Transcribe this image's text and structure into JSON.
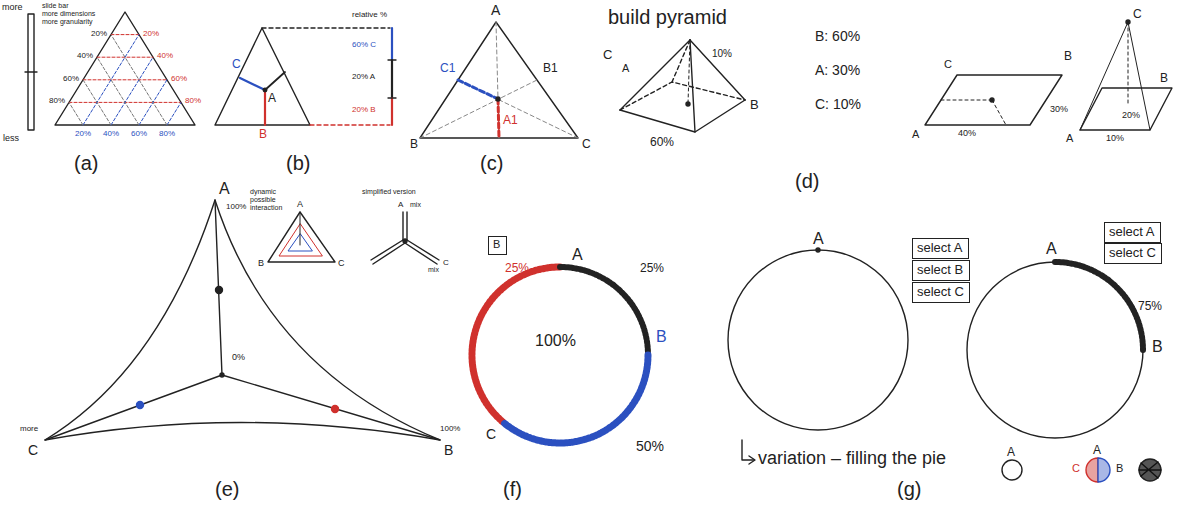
{
  "diagram": {
    "nodes": [
      {
        "text": [
          "B"
        ]
      },
      {
        "text": [
          "select A"
        ]
      },
      {
        "text": [
          "select B"
        ]
      },
      {
        "text": [
          "select C"
        ]
      },
      {
        "text": [
          "select A"
        ]
      },
      {
        "text": [
          "select C"
        ]
      }
    ],
    "labels": [
      "(a)",
      "(b)",
      "(c)",
      "(d)",
      "(e)",
      "(f)",
      "(g)",
      "more",
      "less",
      "slide bar",
      "more dimensions",
      "more granularity",
      "20%",
      "40%",
      "60%",
      "80%",
      "20%",
      "40%",
      "60%",
      "80%",
      "20%",
      "40%",
      "60%",
      "80%",
      "C",
      "A",
      "B",
      "relative %",
      "60% C",
      "20% A",
      "20% B",
      "A",
      "C1",
      "B1",
      "B",
      "A1",
      "C",
      "build pyramid",
      "C",
      "A",
      "60%",
      "B",
      "10%",
      "B: 60%",
      "A: 30%",
      "C: 10%",
      "C",
      "B",
      "A",
      "40%",
      "30%",
      "C",
      "B",
      "A",
      "10%",
      "20%",
      "A",
      "100%",
      "0%",
      "more",
      "C",
      "B",
      "100%",
      "dynamic possible interaction",
      "A",
      "B",
      "C",
      "simplified version",
      "A",
      "mix",
      "C",
      "mix",
      "A",
      "25%",
      "25%",
      "100%",
      "B",
      "C",
      "50%",
      "A",
      "A",
      "75%",
      "B",
      "variation – filling the pie",
      "A",
      "A",
      "C",
      "B"
    ]
  }
}
